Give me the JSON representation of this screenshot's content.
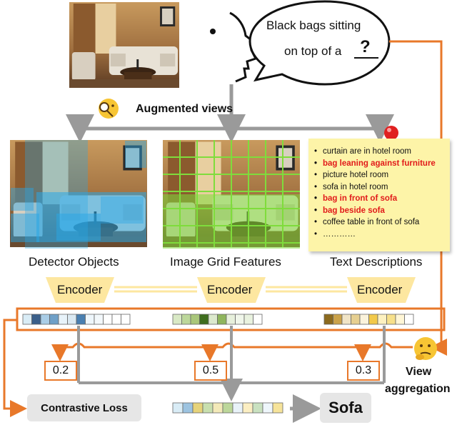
{
  "speech": {
    "line1": "Black bags sitting",
    "line2": "on top of a",
    "blank": "?"
  },
  "augmented_views_label": "Augmented views",
  "views": {
    "detector_caption": "Detector Objects",
    "grid_caption": "Image Grid Features",
    "text_caption": "Text Descriptions"
  },
  "text_descriptions": [
    {
      "text": "curtain are in hotel room",
      "highlight": false
    },
    {
      "text": "bag leaning against furniture",
      "highlight": true
    },
    {
      "text": "picture hotel room",
      "highlight": false
    },
    {
      "text": "sofa in hotel room",
      "highlight": false
    },
    {
      "text": "bag in front of sofa",
      "highlight": true
    },
    {
      "text": "bag beside sofa",
      "highlight": true
    },
    {
      "text": "coffee table in front of sofa",
      "highlight": false
    },
    {
      "text": "…………",
      "highlight": false
    }
  ],
  "encoders": [
    "Encoder",
    "Encoder",
    "Encoder"
  ],
  "weights": [
    "0.2",
    "0.5",
    "0.3"
  ],
  "view_aggregation": {
    "line1": "View",
    "line2": "aggregation"
  },
  "contrastive_loss": "Contrastive Loss",
  "answer": "Sofa",
  "colors": {
    "orange": "#e8782a",
    "encoder_fill": "#fde7a0",
    "arrow_gray": "#9a9a9a",
    "detector_overlay": "#2aa7e6",
    "grid_overlay": "#7fdc3c",
    "note_yellow": "#fdf4a8",
    "highlight_red": "#e11a1a"
  },
  "feature_vectors": {
    "detector": [
      "#d9ecf6",
      "#3a5f8a",
      "#aacde6",
      "#6fa0c8",
      "#e8f3fa",
      "#dbe9f2",
      "#4a7fb0",
      "#eef6fb",
      "#f3f8fb",
      "#ffffff",
      "#ffffff",
      "#ffffff"
    ],
    "grid": [
      "#d9e9c5",
      "#bcd79a",
      "#a9c67a",
      "#3f6e1e",
      "#dce9cd",
      "#8fb55d",
      "#e7f0dc",
      "#f0f6ea",
      "#e9f2df",
      "#ffffff"
    ],
    "text": [
      "#8c6a1e",
      "#caa24a",
      "#f0e4c6",
      "#e6cf90",
      "#fbf3dc",
      "#f2c94a",
      "#fdf1c0",
      "#f7e08a",
      "#fff6d6",
      "#fff"
    ],
    "fused": [
      "#d9ecf6",
      "#9cc3e0",
      "#e6d37a",
      "#c8dfae",
      "#f3e9b8",
      "#bcd79a",
      "#e8f2f8",
      "#fbeec2",
      "#c9e1c0",
      "#eef6fb",
      "#f6e39a"
    ]
  },
  "icons": [
    "speaker-head-icon",
    "magnifier-emoji-icon",
    "thinking-emoji-icon",
    "push-pin-icon"
  ]
}
